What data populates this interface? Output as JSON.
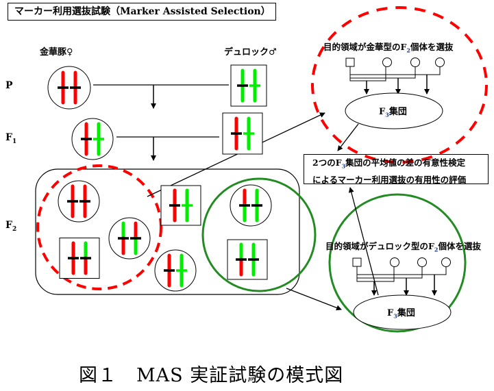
{
  "title": "マーカー利用選抜試験（Marker Assisted Selection）",
  "parents": {
    "female_label": "金華豚♀",
    "male_label": "デュロック♂"
  },
  "generations": {
    "p": "P",
    "f1": {
      "base": "F",
      "sub": "1"
    },
    "f2": {
      "base": "F",
      "sub": "2"
    }
  },
  "colors": {
    "kinka": "#ff0000",
    "duroc": "#00ee00",
    "marker": "#000000",
    "kinka_selection": "#ff0000",
    "duroc_selection": "#228b22"
  },
  "individuals": [
    {
      "id": "p-female",
      "gen": "P",
      "shape": "circle",
      "chromosomes": [
        [
          "kinka"
        ],
        [
          "kinka"
        ]
      ]
    },
    {
      "id": "p-male",
      "gen": "P",
      "shape": "square",
      "chromosomes": [
        [
          "duroc"
        ],
        [
          "duroc"
        ]
      ]
    },
    {
      "id": "f1-female",
      "gen": "F1",
      "shape": "circle",
      "chromosomes": [
        [
          "kinka"
        ],
        [
          "duroc"
        ]
      ]
    },
    {
      "id": "f1-male",
      "gen": "F1",
      "shape": "square",
      "chromosomes": [
        [
          "kinka"
        ],
        [
          "duroc"
        ]
      ]
    },
    {
      "id": "f2-1",
      "gen": "F2",
      "shape": "circle",
      "group": "kinka",
      "chromosomes": [
        [
          "kinka"
        ],
        [
          "kinka"
        ]
      ]
    },
    {
      "id": "f2-2",
      "gen": "F2",
      "shape": "circle",
      "group": "kinka",
      "chromosomes": [
        [
          "duroc",
          "kinka"
        ],
        [
          "kinka",
          "duroc"
        ]
      ]
    },
    {
      "id": "f2-3",
      "gen": "F2",
      "shape": "square",
      "group": "kinka",
      "chromosomes": [
        [
          "kinka"
        ],
        [
          "duroc",
          "kinka"
        ]
      ]
    },
    {
      "id": "f2-4",
      "gen": "F2",
      "shape": "square",
      "group": "none",
      "chromosomes": [
        [
          "kinka"
        ],
        [
          "duroc"
        ]
      ]
    },
    {
      "id": "f2-5",
      "gen": "F2",
      "shape": "circle",
      "group": "none",
      "chromosomes": [
        [
          "kinka"
        ],
        [
          "duroc"
        ]
      ]
    },
    {
      "id": "f2-6",
      "gen": "F2",
      "shape": "circle",
      "group": "duroc",
      "chromosomes": [
        [
          "kinka",
          "duroc"
        ],
        [
          "duroc"
        ]
      ]
    },
    {
      "id": "f2-7",
      "gen": "F2",
      "shape": "square",
      "group": "duroc",
      "chromosomes": [
        [
          "duroc",
          "kinka"
        ],
        [
          "duroc"
        ]
      ]
    }
  ],
  "selection_kinka": {
    "label_pre": "目的領域が金華型の",
    "label_f": "F",
    "label_sub": "2",
    "label_post": "個体を選抜",
    "population": {
      "base": "F",
      "sub": "3",
      "suffix": "集団"
    }
  },
  "selection_duroc": {
    "label_pre": "目的領域がデュロック型の",
    "label_f": "F",
    "label_sub": "2",
    "label_post": "個体を選抜",
    "population": {
      "base": "F",
      "sub": "3",
      "suffix": "集団"
    }
  },
  "evaluation": {
    "line1_pre": "2つの",
    "line1_f": "F",
    "line1_sub": "3",
    "line1_post": "集団の平均値の差の有意性検定",
    "line2": "によるマーカー利用選抜の有用性の評価"
  },
  "caption": "図１　MAS 実証試験の模式図"
}
